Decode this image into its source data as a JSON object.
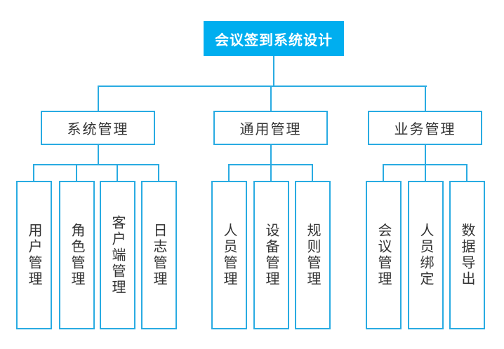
{
  "colors": {
    "root_fill": "#00AEEF",
    "line": "#29ABE2",
    "root_text": "#FFFFFF",
    "node_text": "#333333"
  },
  "tree": {
    "root": {
      "label": "会议签到系统设计"
    },
    "groups": [
      {
        "label": "系统管理",
        "children": [
          "用户管理",
          "角色管理",
          "客户端管理",
          "日志管理"
        ]
      },
      {
        "label": "通用管理",
        "children": [
          "人员管理",
          "设备管理",
          "规则管理"
        ]
      },
      {
        "label": "业务管理",
        "children": [
          "会议管理",
          "人员绑定",
          "数据导出"
        ]
      }
    ]
  }
}
